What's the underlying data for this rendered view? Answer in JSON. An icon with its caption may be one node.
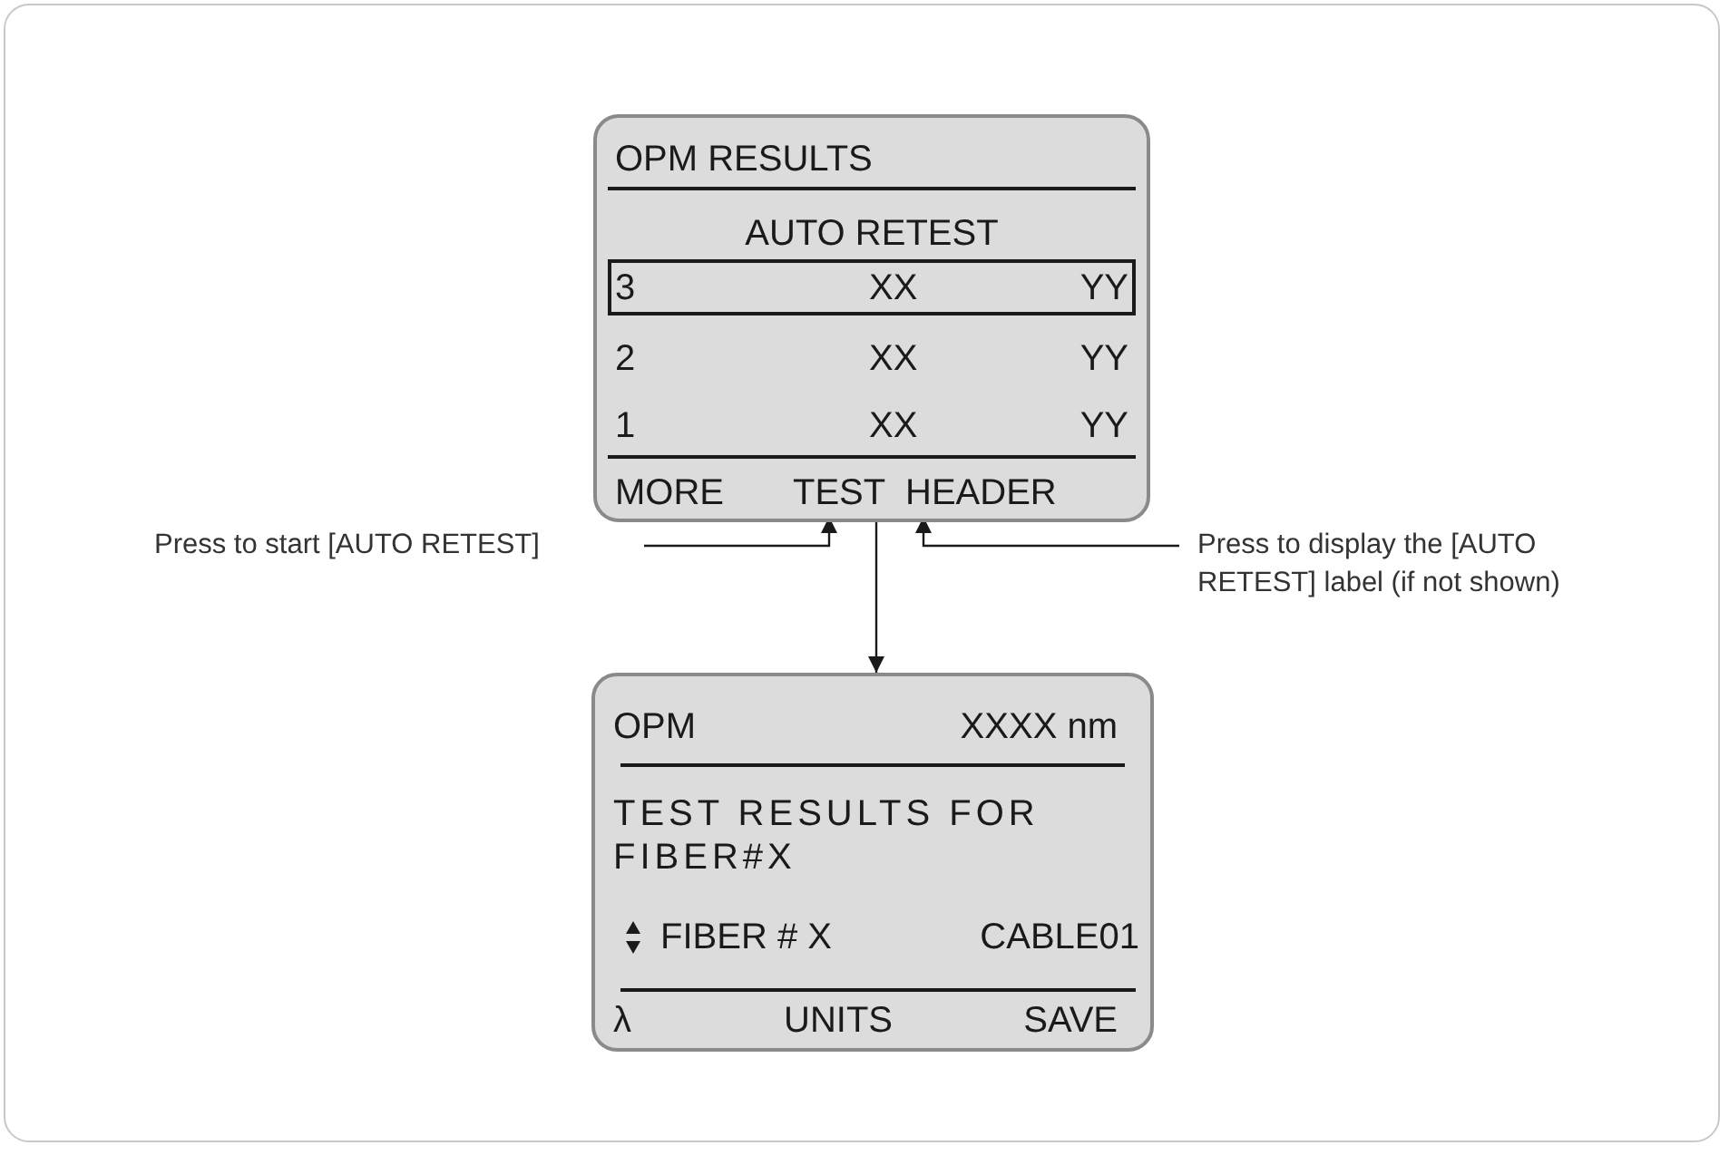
{
  "diagram": {
    "nodes": [
      {
        "text": [
          "OPM RESULTS",
          "AUTO RETEST",
          "3",
          "XX",
          "YY",
          "2",
          "XX",
          "YY",
          "1",
          "XX",
          "YY",
          "MORE"
        ]
      },
      {
        "text": [
          "TEST"
        ],
        "in": 0
      },
      {
        "text": [
          "HEADER"
        ],
        "in": 0
      },
      {
        "text": [
          "OPM",
          "XXXX nm",
          "TEST RESULTS FOR FIBER#X",
          "FIBER # X",
          "CABLE01",
          "λ",
          "UNITS",
          "SAVE"
        ]
      },
      {
        "text": [
          "Press to start [AUTO RETEST]"
        ]
      },
      {
        "text": [
          "Press to display the [AUTO RETEST] label (if not shown)"
        ]
      }
    ],
    "edges": [
      {
        "from": 4,
        "to": 1,
        "arrow": "to"
      },
      {
        "from": 5,
        "to": 2,
        "arrow": "to"
      },
      {
        "from": 1,
        "to": 3,
        "arrow": "to"
      }
    ]
  }
}
